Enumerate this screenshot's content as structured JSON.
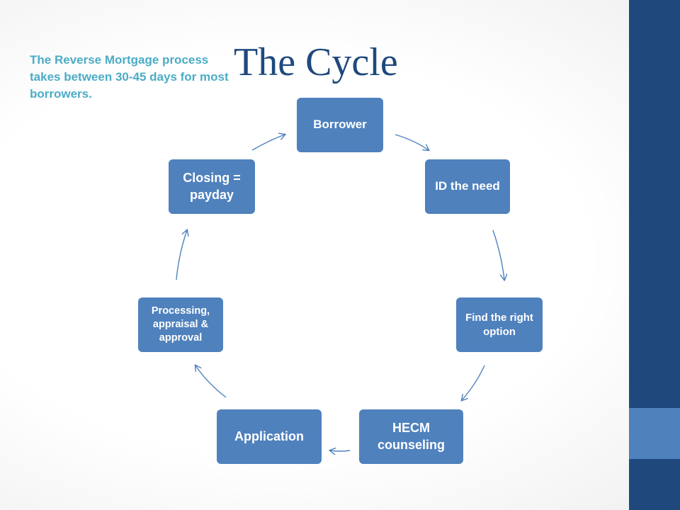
{
  "title": "The Cycle",
  "note": "The Reverse Mortgage process takes between 30-45 days for most borrowers.",
  "colors": {
    "node": "#4f81bd",
    "title": "#1f497d",
    "note": "#4bacc6",
    "sidebar": "#1f497d",
    "arrow": "#4f81bd"
  },
  "nodes": {
    "borrower": "Borrower",
    "id_need": "ID the need",
    "find_option": "Find the right option",
    "hecm": "HECM counseling",
    "application": "Application",
    "processing": "Processing, appraisal & approval",
    "closing": "Closing = payday"
  }
}
